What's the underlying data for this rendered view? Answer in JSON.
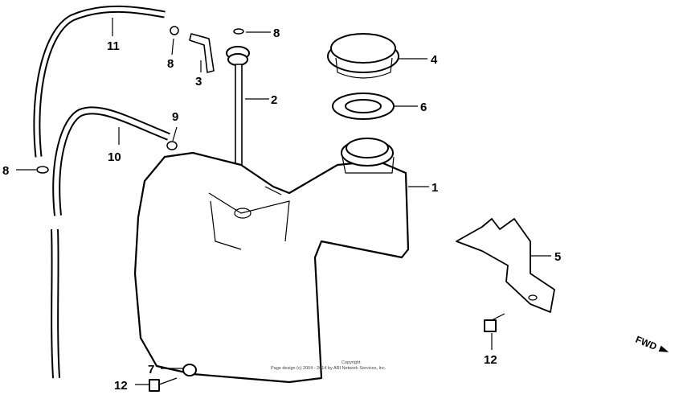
{
  "callouts": {
    "c1": "1",
    "c2": "2",
    "c3": "3",
    "c4": "4",
    "c5": "5",
    "c6": "6",
    "c7": "7",
    "c8a": "8",
    "c8b": "8",
    "c8c": "8",
    "c9": "9",
    "c10": "10",
    "c11": "11",
    "c12a": "12",
    "c12b": "12"
  },
  "copyright": {
    "line1": "Copyright",
    "line2": "Page design (c) 2004 - 2014 by ARI Network Services, Inc."
  },
  "direction": {
    "label": "FWD"
  }
}
